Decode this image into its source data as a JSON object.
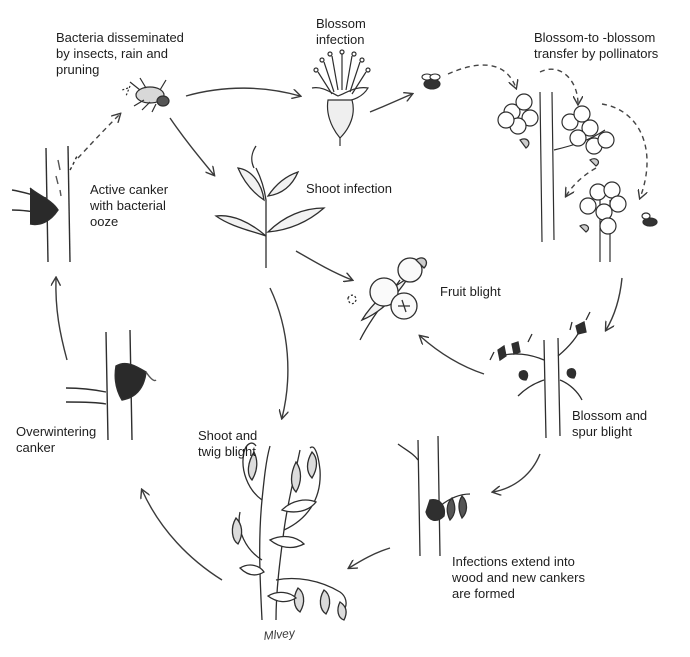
{
  "labels": {
    "bacteria": [
      "Bacteria disseminated",
      "by insects, rain and",
      "pruning"
    ],
    "blossom_infection": [
      "Blossom",
      "infection"
    ],
    "blossom_transfer": [
      "Blossom-to -blossom",
      "transfer by pollinators"
    ],
    "active_canker": [
      "Active canker",
      "with bacterial",
      "ooze"
    ],
    "shoot_infection": [
      "Shoot infection"
    ],
    "fruit_blight": [
      "Fruit blight"
    ],
    "overwintering": [
      "Overwintering",
      "canker"
    ],
    "shoot_twig": [
      "Shoot and",
      "twig blight"
    ],
    "blossom_spur": [
      "Blossom and",
      "spur blight"
    ],
    "infections_extend": [
      "Infections extend into",
      "wood and new cankers",
      "are formed"
    ]
  },
  "signature": "Mlvey",
  "colors": {
    "ink": "#3a3a3a",
    "dark": "#1f1f1f",
    "text": "#1e1e1e"
  }
}
